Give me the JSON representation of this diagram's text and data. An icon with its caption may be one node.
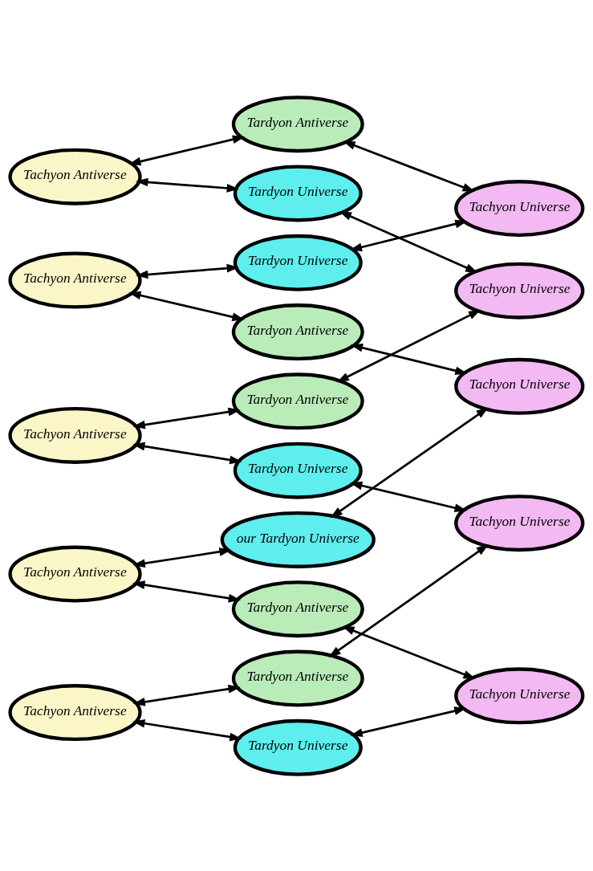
{
  "diagram": {
    "nodes": [
      {
        "text": [
          "Tachyon Antiverse"
        ]
      },
      {
        "text": [
          "Tachyon Antiverse"
        ]
      },
      {
        "text": [
          "Tachyon Antiverse"
        ]
      },
      {
        "text": [
          "Tachyon Antiverse"
        ]
      },
      {
        "text": [
          "Tachyon Antiverse"
        ]
      },
      {
        "text": [
          "our Tardyon Universe"
        ]
      },
      {
        "text": [
          "Tardyon Universe"
        ]
      },
      {
        "text": [
          "Tardyon Universe"
        ]
      },
      {
        "text": [
          "Tardyon Universe"
        ]
      },
      {
        "text": [
          "Tardyon Universe"
        ]
      },
      {
        "text": [
          "Tardyon Antiverse"
        ]
      },
      {
        "text": [
          "Tardyon Antiverse"
        ]
      },
      {
        "text": [
          "Tardyon Antiverse"
        ]
      },
      {
        "text": [
          "Tardyon Antiverse"
        ]
      },
      {
        "text": [
          "Tardyon Antiverse"
        ]
      },
      {
        "text": [
          "Tachyon Universe"
        ]
      },
      {
        "text": [
          "Tachyon Universe"
        ]
      },
      {
        "text": [
          "Tachyon Universe"
        ]
      },
      {
        "text": [
          "Tachyon Universe"
        ]
      },
      {
        "text": [
          "Tachyon Universe"
        ]
      }
    ],
    "edges": [
      {
        "from": 0,
        "to": 6,
        "arrow": "both"
      },
      {
        "from": 1,
        "to": 7,
        "arrow": "both"
      },
      {
        "from": 2,
        "to": 8,
        "arrow": "both"
      },
      {
        "from": 3,
        "to": 9,
        "arrow": "both"
      },
      {
        "from": 4,
        "to": 5,
        "arrow": "both"
      },
      {
        "from": 0,
        "to": 10,
        "arrow": "both"
      },
      {
        "from": 1,
        "to": 11,
        "arrow": "both"
      },
      {
        "from": 2,
        "to": 12,
        "arrow": "both"
      },
      {
        "from": 3,
        "to": 13,
        "arrow": "both"
      },
      {
        "from": 4,
        "to": 14,
        "arrow": "both"
      },
      {
        "from": 5,
        "to": 15,
        "arrow": "both"
      },
      {
        "from": 6,
        "to": 16,
        "arrow": "both"
      },
      {
        "from": 7,
        "to": 17,
        "arrow": "both"
      },
      {
        "from": 8,
        "to": 18,
        "arrow": "both"
      },
      {
        "from": 9,
        "to": 19,
        "arrow": "both"
      },
      {
        "from": 10,
        "to": 15,
        "arrow": "both"
      },
      {
        "from": 11,
        "to": 16,
        "arrow": "both"
      },
      {
        "from": 12,
        "to": 17,
        "arrow": "both"
      },
      {
        "from": 13,
        "to": 18,
        "arrow": "both"
      },
      {
        "from": 14,
        "to": 19,
        "arrow": "both"
      }
    ]
  }
}
